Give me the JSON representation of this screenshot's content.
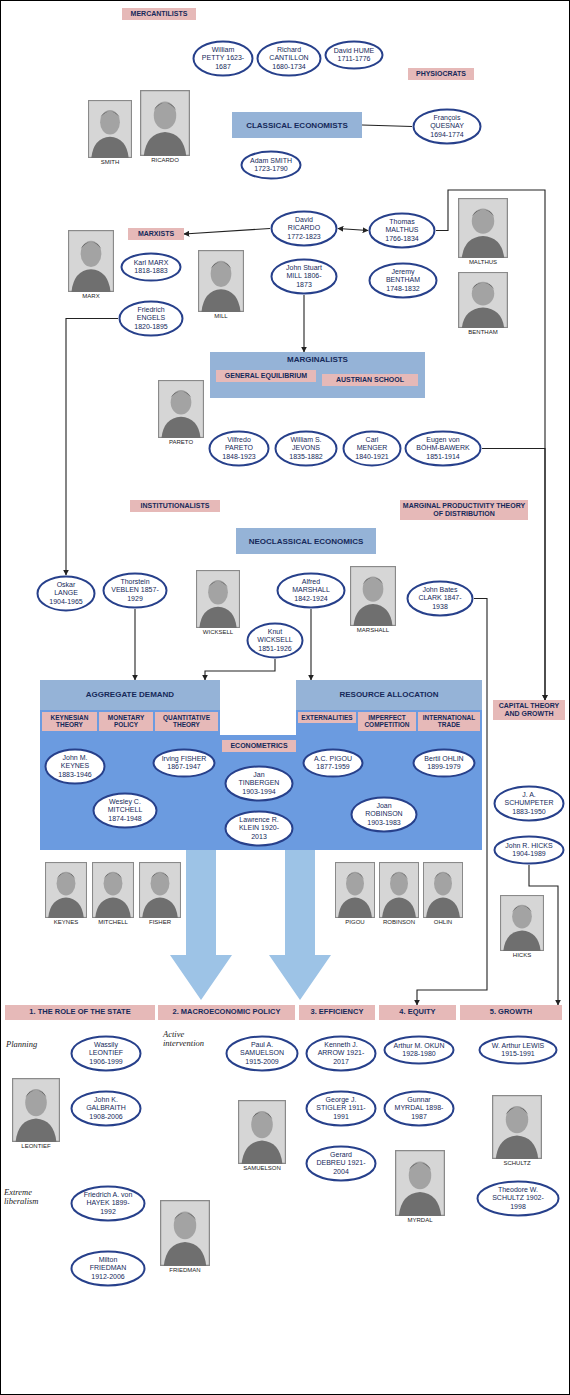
{
  "diagram": {
    "nodes": [
      {
        "text": [
          "MERCANTILISTS"
        ]
      },
      {
        "text": [
          "William PETTY 1623-1687"
        ]
      },
      {
        "text": [
          "Richard CANTILLON 1680-1734"
        ]
      },
      {
        "text": [
          "David HUME 1711-1776"
        ]
      },
      {
        "text": [
          "PHYSIOCRATS"
        ]
      },
      {
        "text": [
          "CLASSICAL ECONOMISTS"
        ]
      },
      {
        "text": [
          "François QUESNAY 1694-1774"
        ]
      },
      {
        "text": [
          "Adam SMITH 1723-1790"
        ]
      },
      {
        "text": [
          "MARXISTS"
        ]
      },
      {
        "text": [
          "Karl MARX 1818-1883"
        ]
      },
      {
        "text": [
          "Friedrich ENGELS 1820-1895"
        ]
      },
      {
        "text": [
          "David RICARDO 1772-1823"
        ]
      },
      {
        "text": [
          "John Stuart MILL 1806-1873"
        ]
      },
      {
        "text": [
          "Thomas MALTHUS 1766-1834"
        ]
      },
      {
        "text": [
          "Jeremy BENTHAM 1748-1832"
        ]
      },
      {
        "text": [
          "MARGINALISTS"
        ]
      },
      {
        "text": [
          "GENERAL EQUILIBRIUM"
        ],
        "in": 15
      },
      {
        "text": [
          "AUSTRIAN SCHOOL"
        ],
        "in": 15
      },
      {
        "text": [
          "Vilfredo PARETO 1848-1923"
        ]
      },
      {
        "text": [
          "William S. JEVONS 1835-1882"
        ]
      },
      {
        "text": [
          "Carl MENGER 1840-1921"
        ]
      },
      {
        "text": [
          "Eugen von BÖHM-BAWERK 1851-1914"
        ]
      },
      {
        "text": [
          "INSTITUTIONALISTS"
        ]
      },
      {
        "text": [
          "NEOCLASSICAL ECONOMICS"
        ]
      },
      {
        "text": [
          "MARGINAL PRODUCTIVITY THEORY OF DISTRIBUTION"
        ]
      },
      {
        "text": [
          "Oskar LANGE 1904-1965"
        ]
      },
      {
        "text": [
          "Thorstein VEBLEN 1857-1929"
        ]
      },
      {
        "text": [
          "Alfred MARSHALL 1842-1924"
        ]
      },
      {
        "text": [
          "Knut WICKSELL 1851-1926"
        ]
      },
      {
        "text": [
          "John Bates CLARK 1847-1938"
        ]
      },
      {
        "text": [
          "AGGREGATE DEMAND"
        ]
      },
      {
        "text": [
          "KEYNESIAN THEORY"
        ],
        "in": 30
      },
      {
        "text": [
          "MONETARY POLICY"
        ],
        "in": 30
      },
      {
        "text": [
          "QUANTITATIVE THEORY"
        ],
        "in": 30
      },
      {
        "text": [
          "John M. KEYNES 1883-1946"
        ],
        "in": 30
      },
      {
        "text": [
          "Wesley C. MITCHELL 1874-1948"
        ],
        "in": 30
      },
      {
        "text": [
          "Irving FISHER 1867-1947"
        ],
        "in": 30
      },
      {
        "text": [
          "ECONOMETRICS"
        ]
      },
      {
        "text": [
          "Jan TINBERGEN 1903-1994"
        ]
      },
      {
        "text": [
          "Lawrence R. KLEIN 1920-2013"
        ]
      },
      {
        "text": [
          "RESOURCE ALLOCATION"
        ]
      },
      {
        "text": [
          "EXTERNALITIES"
        ],
        "in": 40
      },
      {
        "text": [
          "IMPERFECT COMPETITION"
        ],
        "in": 40
      },
      {
        "text": [
          "INTERNATIONAL TRADE"
        ],
        "in": 40
      },
      {
        "text": [
          "A.C. PIGOU 1877-1959"
        ],
        "in": 40
      },
      {
        "text": [
          "Joan ROBINSON 1903-1983"
        ],
        "in": 40
      },
      {
        "text": [
          "Bertil OHLIN 1899-1979"
        ],
        "in": 40
      },
      {
        "text": [
          "CAPITAL THEORY AND GROWTH"
        ]
      },
      {
        "text": [
          "J. A. SCHUMPETER 1883-1950"
        ]
      },
      {
        "text": [
          "John R. HICKS 1904-1989"
        ]
      },
      {
        "text": [
          "1. THE ROLE OF THE STATE"
        ]
      },
      {
        "text": [
          "2. MACROECONOMIC POLICY"
        ]
      },
      {
        "text": [
          "3. EFFICIENCY"
        ]
      },
      {
        "text": [
          "4. EQUITY"
        ]
      },
      {
        "text": [
          "5. GROWTH"
        ]
      },
      {
        "text": [
          "Wassily LEONTIEF 1906-1999"
        ]
      },
      {
        "text": [
          "John K. GALBRAITH 1908-2006"
        ]
      },
      {
        "text": [
          "Friedrich A. von HAYEK 1899-1992"
        ]
      },
      {
        "text": [
          "Milton FRIEDMAN 1912-2006"
        ]
      },
      {
        "text": [
          "Paul A. SAMUELSON 1915-2009"
        ]
      },
      {
        "text": [
          "Kenneth J. ARROW 1921-2017"
        ]
      },
      {
        "text": [
          "George J. STIGLER 1911-1991"
        ]
      },
      {
        "text": [
          "Gerard DEBREU 1921-2004"
        ]
      },
      {
        "text": [
          "Arthur M. OKUN 1928-1980"
        ]
      },
      {
        "text": [
          "Gunnar MYRDAL 1898-1987"
        ]
      },
      {
        "text": [
          "W. Arthur LEWIS 1915-1991"
        ]
      },
      {
        "text": [
          "Theodore W. SCHULTZ 1902-1998"
        ]
      }
    ],
    "edges": [
      {
        "from": 5,
        "to": 6,
        "arrow": "none"
      },
      {
        "from": 11,
        "to": 8,
        "arrow": "to"
      },
      {
        "from": 11,
        "to": 13,
        "arrow": "both"
      },
      {
        "from": 12,
        "to": 15,
        "arrow": "to"
      },
      {
        "from": 13,
        "to": 47,
        "arrow": "to"
      },
      {
        "from": 10,
        "to": 25,
        "arrow": "to"
      },
      {
        "from": 21,
        "to": 47,
        "arrow": "to"
      },
      {
        "from": 26,
        "to": 30,
        "arrow": "to"
      },
      {
        "from": 27,
        "to": 40,
        "arrow": "to"
      },
      {
        "from": 28,
        "to": 30,
        "arrow": "to"
      },
      {
        "from": 29,
        "to": 53,
        "arrow": "to"
      },
      {
        "from": 49,
        "to": 54,
        "arrow": "to"
      }
    ],
    "labels": [
      "SMITH",
      "RICARDO",
      "MARX",
      "MILL",
      "MALTHUS",
      "BENTHAM",
      "PARETO",
      "WICKSELL",
      "MARSHALL",
      "KEYNES",
      "MITCHELL",
      "FISHER",
      "PIGOU",
      "ROBINSON",
      "OHLIN",
      "HICKS",
      "Planning",
      "LEONTIEF",
      "Active intervention",
      "Extreme liberalism",
      "FRIEDMAN",
      "SAMUELSON",
      "MYRDAL",
      "SCHULTZ"
    ]
  }
}
